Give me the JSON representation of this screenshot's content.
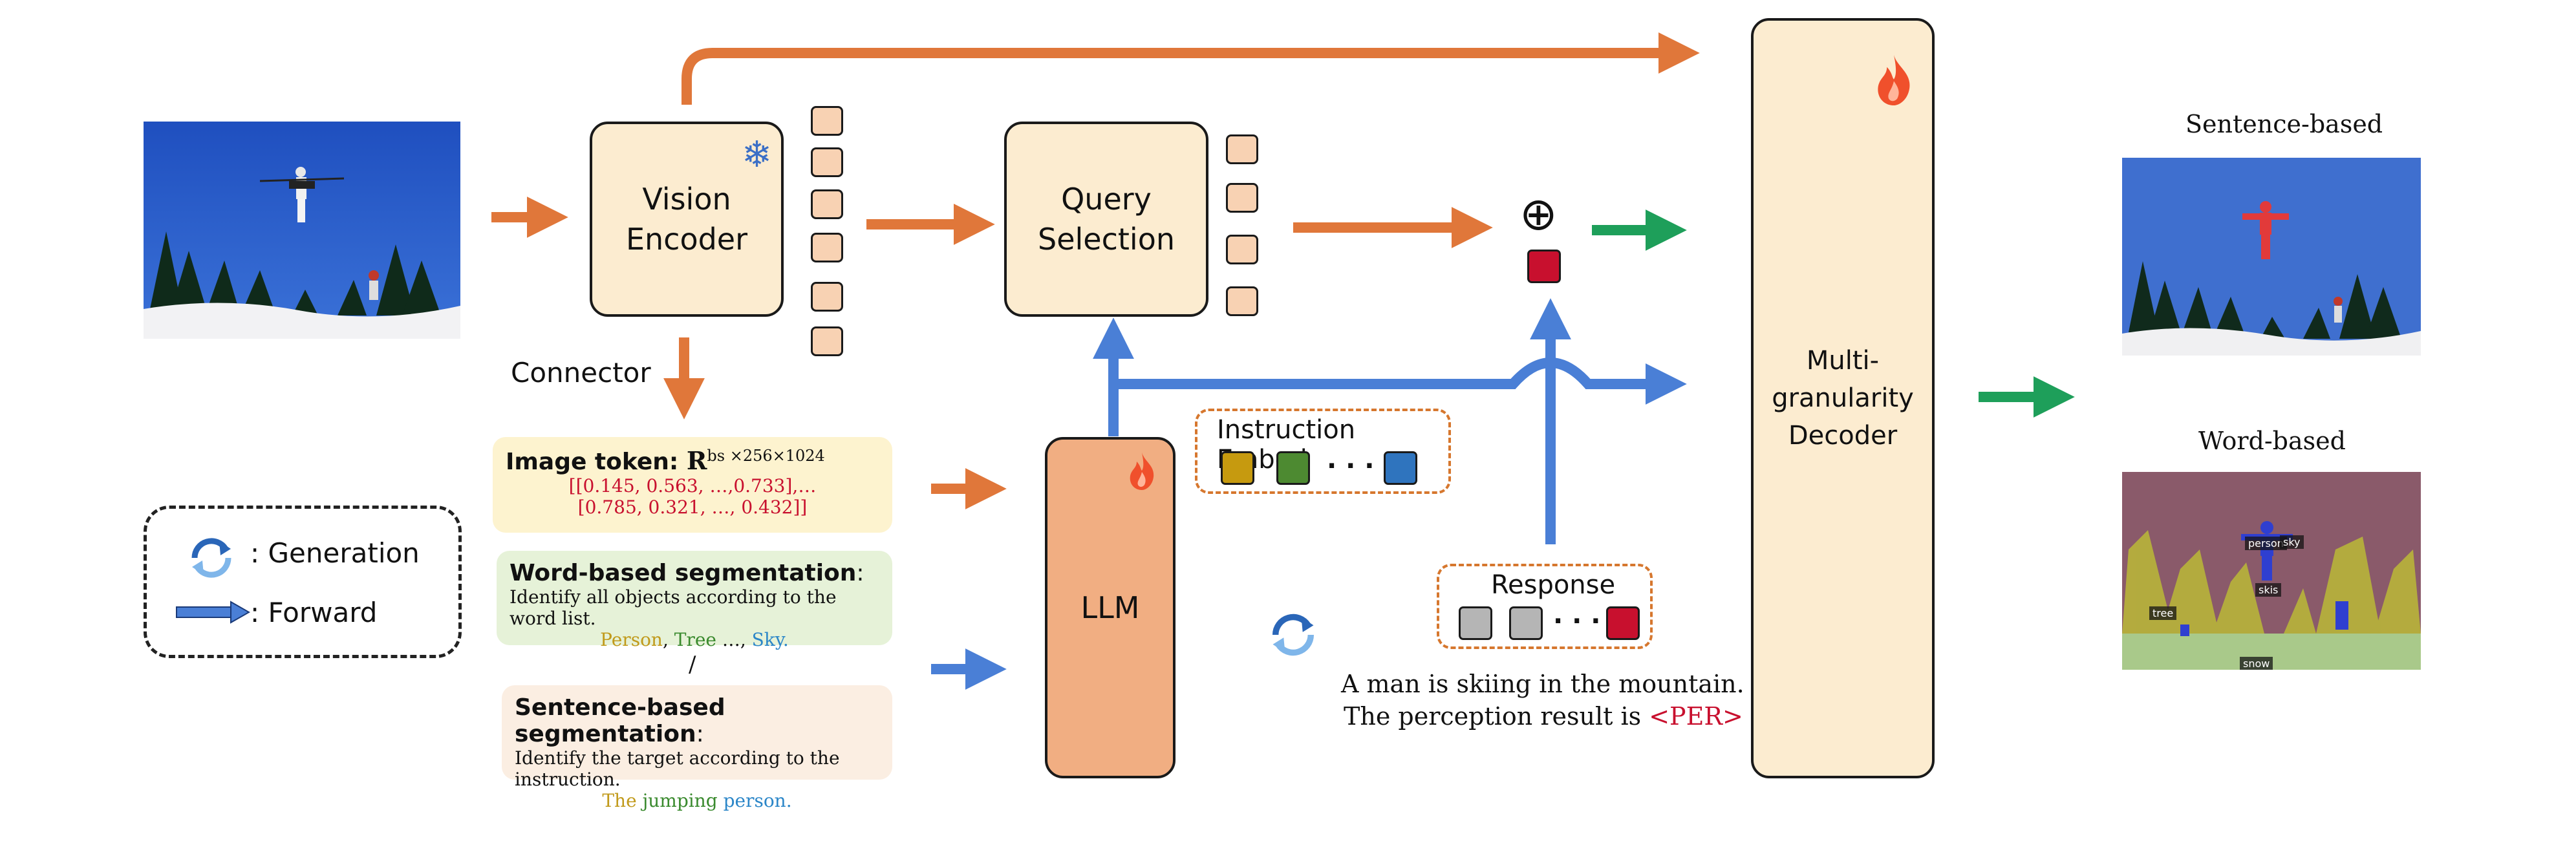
{
  "boxes": {
    "vision_encoder": "Vision\nEncoder",
    "query_selection": "Query\nSelection",
    "llm": "LLM",
    "decoder": "Multi-\ngranularity\nDecoder"
  },
  "connector_label": "Connector",
  "image_token": {
    "title_prefix": "Image token: ",
    "title_symbol": "R",
    "title_sup": "bs ×256×1024",
    "line1": "[[0.145, 0.563, …,0.733],…",
    "line2": "[0.785, 0.321, …, 0.432]]"
  },
  "word_seg": {
    "title": "Word-based segmentation",
    "colon": ":",
    "line1": "Identify all objects  according to the word list.",
    "w1": "Person",
    "sep1": ", ",
    "w2": "Tree",
    "sep2": " …, ",
    "w3": "Sky."
  },
  "slash": "/",
  "sentence_seg": {
    "title": "Sentence-based segmentation",
    "colon": ":",
    "line1": "Identify the target according to the instruction.",
    "w1": "The",
    "w2": "jumping",
    "w3": "person."
  },
  "legend": {
    "generation": ": Generation",
    "forward": ": Forward"
  },
  "instruction_embed": {
    "title": "Instruction Embed",
    "dots": "· · ·"
  },
  "response": {
    "title": "Response",
    "dots": "· · ·"
  },
  "response_text": {
    "line1": "A man is skiing in the mountain.",
    "line2_prefix": "The perception result is ",
    "per_token": "<PER>"
  },
  "plus_symbol": "⊕",
  "outputs": {
    "sentence": "Sentence-based",
    "word": "Word-based"
  },
  "word_tags": {
    "person": "person",
    "sky": "sky",
    "skis": "skis",
    "tree": "tree",
    "snow": "snow"
  },
  "colors": {
    "arrow_orange": "#e0773a",
    "arrow_blue": "#4a7fd6",
    "arrow_green": "#1e9f5a",
    "box_fill": "#fcecd0",
    "llm_fill": "#f1ae82",
    "per_red": "#c8102e",
    "person_color": "#c19a1b",
    "tree_color": "#3a8a2e",
    "sky_color": "#2b86c8"
  }
}
